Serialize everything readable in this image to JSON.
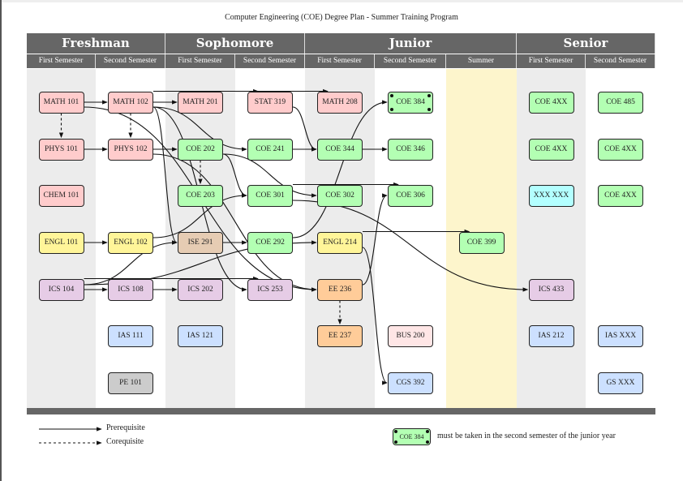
{
  "title": "Computer Engineering (COE) Degree Plan - Summer Training Program",
  "years": [
    {
      "label": "Freshman",
      "semesters": [
        "First Semester",
        "Second Semester"
      ]
    },
    {
      "label": "Sophomore",
      "semesters": [
        "First Semester",
        "Second Semester"
      ]
    },
    {
      "label": "Junior",
      "semesters": [
        "First Semester",
        "Second Semester",
        "Summer"
      ]
    },
    {
      "label": "Senior",
      "semesters": [
        "First Semester",
        "Second Semester"
      ]
    }
  ],
  "colors": {
    "math": "#ffcccc",
    "coe": "#b3ffb3",
    "english": "#fff599",
    "ics": "#e6cce6",
    "ias": "#cce0ff",
    "pe": "#cccccc",
    "ise": "#e6ccb3",
    "ee": "#ffcc99",
    "bus": "#ffe6e6",
    "elective": "#b3ffff",
    "header": "#666666",
    "column_shade": "#ececec",
    "summer": "#fdf5cc"
  },
  "courses": [
    {
      "id": "MATH101",
      "label": "MATH 101",
      "col": 0,
      "row": 0,
      "color": "math"
    },
    {
      "id": "PHYS101",
      "label": "PHYS 101",
      "col": 0,
      "row": 1,
      "color": "math"
    },
    {
      "id": "CHEM101",
      "label": "CHEM 101",
      "col": 0,
      "row": 2,
      "color": "math"
    },
    {
      "id": "ENGL101",
      "label": "ENGL 101",
      "col": 0,
      "row": 3,
      "color": "english"
    },
    {
      "id": "ICS104",
      "label": "ICS 104",
      "col": 0,
      "row": 4,
      "color": "ics"
    },
    {
      "id": "MATH102",
      "label": "MATH 102",
      "col": 1,
      "row": 0,
      "color": "math"
    },
    {
      "id": "PHYS102",
      "label": "PHYS 102",
      "col": 1,
      "row": 1,
      "color": "math"
    },
    {
      "id": "ENGL102",
      "label": "ENGL 102",
      "col": 1,
      "row": 3,
      "color": "english"
    },
    {
      "id": "ICS108",
      "label": "ICS 108",
      "col": 1,
      "row": 4,
      "color": "ics"
    },
    {
      "id": "IAS111",
      "label": "IAS 111",
      "col": 1,
      "row": 5,
      "color": "ias"
    },
    {
      "id": "PE101",
      "label": "PE 101",
      "col": 1,
      "row": 6,
      "color": "pe"
    },
    {
      "id": "MATH201",
      "label": "MATH 201",
      "col": 2,
      "row": 0,
      "color": "math"
    },
    {
      "id": "COE202",
      "label": "COE 202",
      "col": 2,
      "row": 1,
      "color": "coe"
    },
    {
      "id": "COE203",
      "label": "COE 203",
      "col": 2,
      "row": 2,
      "color": "coe"
    },
    {
      "id": "ISE291",
      "label": "ISE 291",
      "col": 2,
      "row": 3,
      "color": "ise"
    },
    {
      "id": "ICS202",
      "label": "ICS 202",
      "col": 2,
      "row": 4,
      "color": "ics"
    },
    {
      "id": "IAS121",
      "label": "IAS 121",
      "col": 2,
      "row": 5,
      "color": "ias"
    },
    {
      "id": "STAT319",
      "label": "STAT 319",
      "col": 3,
      "row": 0,
      "color": "math"
    },
    {
      "id": "COE241",
      "label": "COE 241",
      "col": 3,
      "row": 1,
      "color": "coe"
    },
    {
      "id": "COE301",
      "label": "COE 301",
      "col": 3,
      "row": 2,
      "color": "coe"
    },
    {
      "id": "COE292",
      "label": "COE 292",
      "col": 3,
      "row": 3,
      "color": "coe"
    },
    {
      "id": "ICS253",
      "label": "ICS 253",
      "col": 3,
      "row": 4,
      "color": "ics"
    },
    {
      "id": "MATH208",
      "label": "MATH 208",
      "col": 4,
      "row": 0,
      "color": "math"
    },
    {
      "id": "COE344",
      "label": "COE 344",
      "col": 4,
      "row": 1,
      "color": "coe"
    },
    {
      "id": "COE302",
      "label": "COE 302",
      "col": 4,
      "row": 2,
      "color": "coe"
    },
    {
      "id": "ENGL214",
      "label": "ENGL 214",
      "col": 4,
      "row": 3,
      "color": "english"
    },
    {
      "id": "EE236",
      "label": "EE 236",
      "col": 4,
      "row": 4,
      "color": "ee"
    },
    {
      "id": "EE237",
      "label": "EE 237",
      "col": 4,
      "row": 5,
      "color": "ee"
    },
    {
      "id": "COE384",
      "label": "COE 384",
      "col": 5,
      "row": 0,
      "color": "coe",
      "fixed": true
    },
    {
      "id": "COE346",
      "label": "COE 346",
      "col": 5,
      "row": 1,
      "color": "coe"
    },
    {
      "id": "COE306",
      "label": "COE 306",
      "col": 5,
      "row": 2,
      "color": "coe"
    },
    {
      "id": "BUS200",
      "label": "BUS 200",
      "col": 5,
      "row": 5,
      "color": "bus"
    },
    {
      "id": "CGS392",
      "label": "CGS 392",
      "col": 5,
      "row": 6,
      "color": "ias"
    },
    {
      "id": "COE399",
      "label": "COE 399",
      "col": 6,
      "row": 3,
      "color": "coe"
    },
    {
      "id": "COE4XX_a",
      "label": "COE 4XX",
      "col": 7,
      "row": 0,
      "color": "coe"
    },
    {
      "id": "COE4XX_b",
      "label": "COE 4XX",
      "col": 7,
      "row": 1,
      "color": "coe"
    },
    {
      "id": "XXXXXX",
      "label": "XXX XXX",
      "col": 7,
      "row": 2,
      "color": "elective"
    },
    {
      "id": "ICS433",
      "label": "ICS 433",
      "col": 7,
      "row": 4,
      "color": "ics"
    },
    {
      "id": "IAS212",
      "label": "IAS 212",
      "col": 7,
      "row": 5,
      "color": "ias"
    },
    {
      "id": "COE485",
      "label": "COE 485",
      "col": 8,
      "row": 0,
      "color": "coe"
    },
    {
      "id": "COE4XX_c",
      "label": "COE 4XX",
      "col": 8,
      "row": 1,
      "color": "coe"
    },
    {
      "id": "COE4XX_d",
      "label": "COE 4XX",
      "col": 8,
      "row": 2,
      "color": "coe"
    },
    {
      "id": "IASXXX",
      "label": "IAS XXX",
      "col": 8,
      "row": 5,
      "color": "ias"
    },
    {
      "id": "GSXXX",
      "label": "GS XXX",
      "col": 8,
      "row": 6,
      "color": "ias"
    }
  ],
  "links": [
    {
      "from": "MATH101",
      "to": "MATH102",
      "type": "prerequisite"
    },
    {
      "from": "MATH101",
      "to": "PHYS101",
      "type": "corequisite"
    },
    {
      "from": "MATH102",
      "to": "PHYS102",
      "type": "corequisite"
    },
    {
      "from": "PHYS101",
      "to": "PHYS102",
      "type": "prerequisite"
    },
    {
      "from": "ENGL101",
      "to": "ENGL102",
      "type": "prerequisite"
    },
    {
      "from": "ICS104",
      "to": "ICS108",
      "type": "prerequisite"
    },
    {
      "from": "MATH102",
      "to": "MATH201",
      "type": "prerequisite"
    },
    {
      "from": "MATH102",
      "to": "MATH208",
      "type": "prerequisite"
    },
    {
      "from": "MATH102",
      "to": "STAT319",
      "type": "prerequisite"
    },
    {
      "from": "MATH102",
      "to": "COE241",
      "type": "prerequisite"
    },
    {
      "from": "PHYS102",
      "to": "COE202",
      "type": "prerequisite"
    },
    {
      "from": "COE202",
      "to": "COE203",
      "type": "corequisite"
    },
    {
      "from": "COE202",
      "to": "COE301",
      "type": "prerequisite"
    },
    {
      "from": "COE202",
      "to": "COE302",
      "type": "prerequisite"
    },
    {
      "from": "COE241",
      "to": "COE344",
      "type": "prerequisite"
    },
    {
      "from": "STAT319",
      "to": "COE344",
      "type": "prerequisite"
    },
    {
      "from": "COE344",
      "to": "COE346",
      "type": "prerequisite"
    },
    {
      "from": "COE301",
      "to": "COE306",
      "type": "prerequisite"
    },
    {
      "from": "COE301",
      "to": "ICS433",
      "type": "prerequisite"
    },
    {
      "from": "ICS108",
      "to": "ICS202",
      "type": "prerequisite"
    },
    {
      "from": "ISE291",
      "to": "COE292",
      "type": "prerequisite"
    },
    {
      "from": "ICS104",
      "to": "ISE291",
      "type": "prerequisite"
    },
    {
      "from": "ICS104",
      "to": "ENGL214",
      "type": "prerequisite"
    },
    {
      "from": "ICS104",
      "to": "ICS253",
      "type": "prerequisite"
    },
    {
      "from": "ENGL102",
      "to": "COE301",
      "type": "prerequisite"
    },
    {
      "from": "COE292",
      "to": "COE384",
      "type": "prerequisite"
    },
    {
      "from": "MATH101",
      "to": "EE236",
      "type": "prerequisite"
    },
    {
      "from": "PHYS102",
      "to": "EE236",
      "type": "prerequisite"
    },
    {
      "from": "MATH102",
      "to": "ICS253",
      "type": "prerequisite"
    },
    {
      "from": "MATH102",
      "to": "ISE291",
      "type": "prerequisite"
    },
    {
      "from": "EE236",
      "to": "COE306",
      "type": "prerequisite"
    },
    {
      "from": "EE236",
      "to": "EE237",
      "type": "corequisite"
    },
    {
      "from": "ENGL214",
      "to": "COE399",
      "type": "prerequisite"
    },
    {
      "from": "ENGL214",
      "to": "CGS392",
      "type": "prerequisite"
    }
  ],
  "legend": {
    "prerequisite": "Prerequisite",
    "corequisite": "Corequisite",
    "fixed_course": "COE 384",
    "fixed_note": "must be taken in the second semester of the junior year"
  }
}
